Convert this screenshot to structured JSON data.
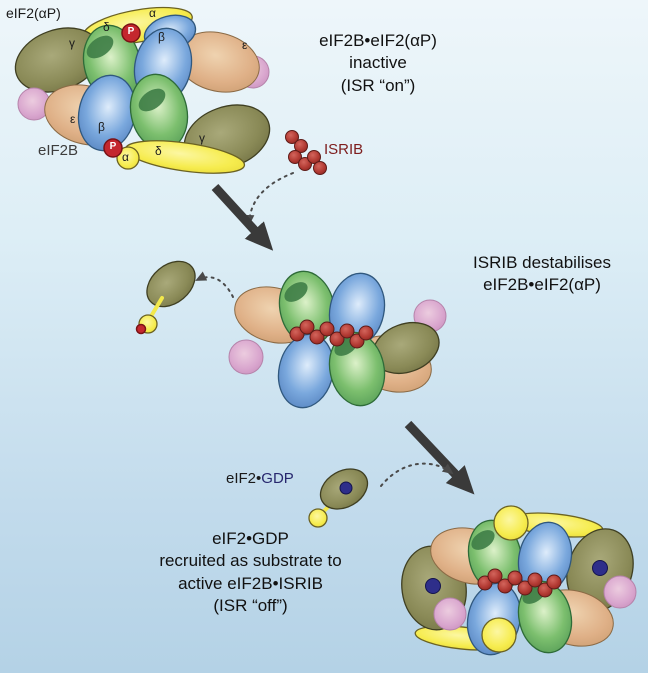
{
  "title": "ISRIB mechanism of action diagram",
  "colors": {
    "bg_top": "#eef6fa",
    "bg_bottom": "#b4d2e6",
    "green_subunit": "#6fb566",
    "blue_subunit": "#6f9fd8",
    "olive_subunit": "#8a8a57",
    "tan_subunit": "#dfb087",
    "pink_subunit": "#d9a6ce",
    "yellow_eif2": "#f6ec4e",
    "isrib_red": "#b23a33",
    "gdp_navy": "#2e2e8a",
    "phosphate_red": "#c4272e",
    "arrow_dark": "#3a3a3a",
    "isrib_text": "#7d1d1d"
  },
  "labels": {
    "eif2ap_tag": "eIF2(αP)",
    "eif2b_tag": "eIF2B",
    "isrib_tag": "ISRIB",
    "phosphate": "P",
    "greek": {
      "alpha": "α",
      "beta": "β",
      "gamma": "γ",
      "delta": "δ",
      "epsilon": "ε"
    },
    "eif2gdp": {
      "prefix": "eIF2•",
      "gdp": "GDP"
    }
  },
  "stages": {
    "stage1": {
      "line1": "eIF2B•eIF2(αP)",
      "line2": "inactive",
      "line3": "(ISR “on”)"
    },
    "stage2": {
      "line1": "ISRIB destabilises",
      "line2": "eIF2B•eIF2(αP)"
    },
    "stage3": {
      "line1": "eIF2•GDP",
      "line2": "recruited as substrate to",
      "line3": "active eIF2B•ISRIB",
      "line4": "(ISR “off”)"
    }
  }
}
